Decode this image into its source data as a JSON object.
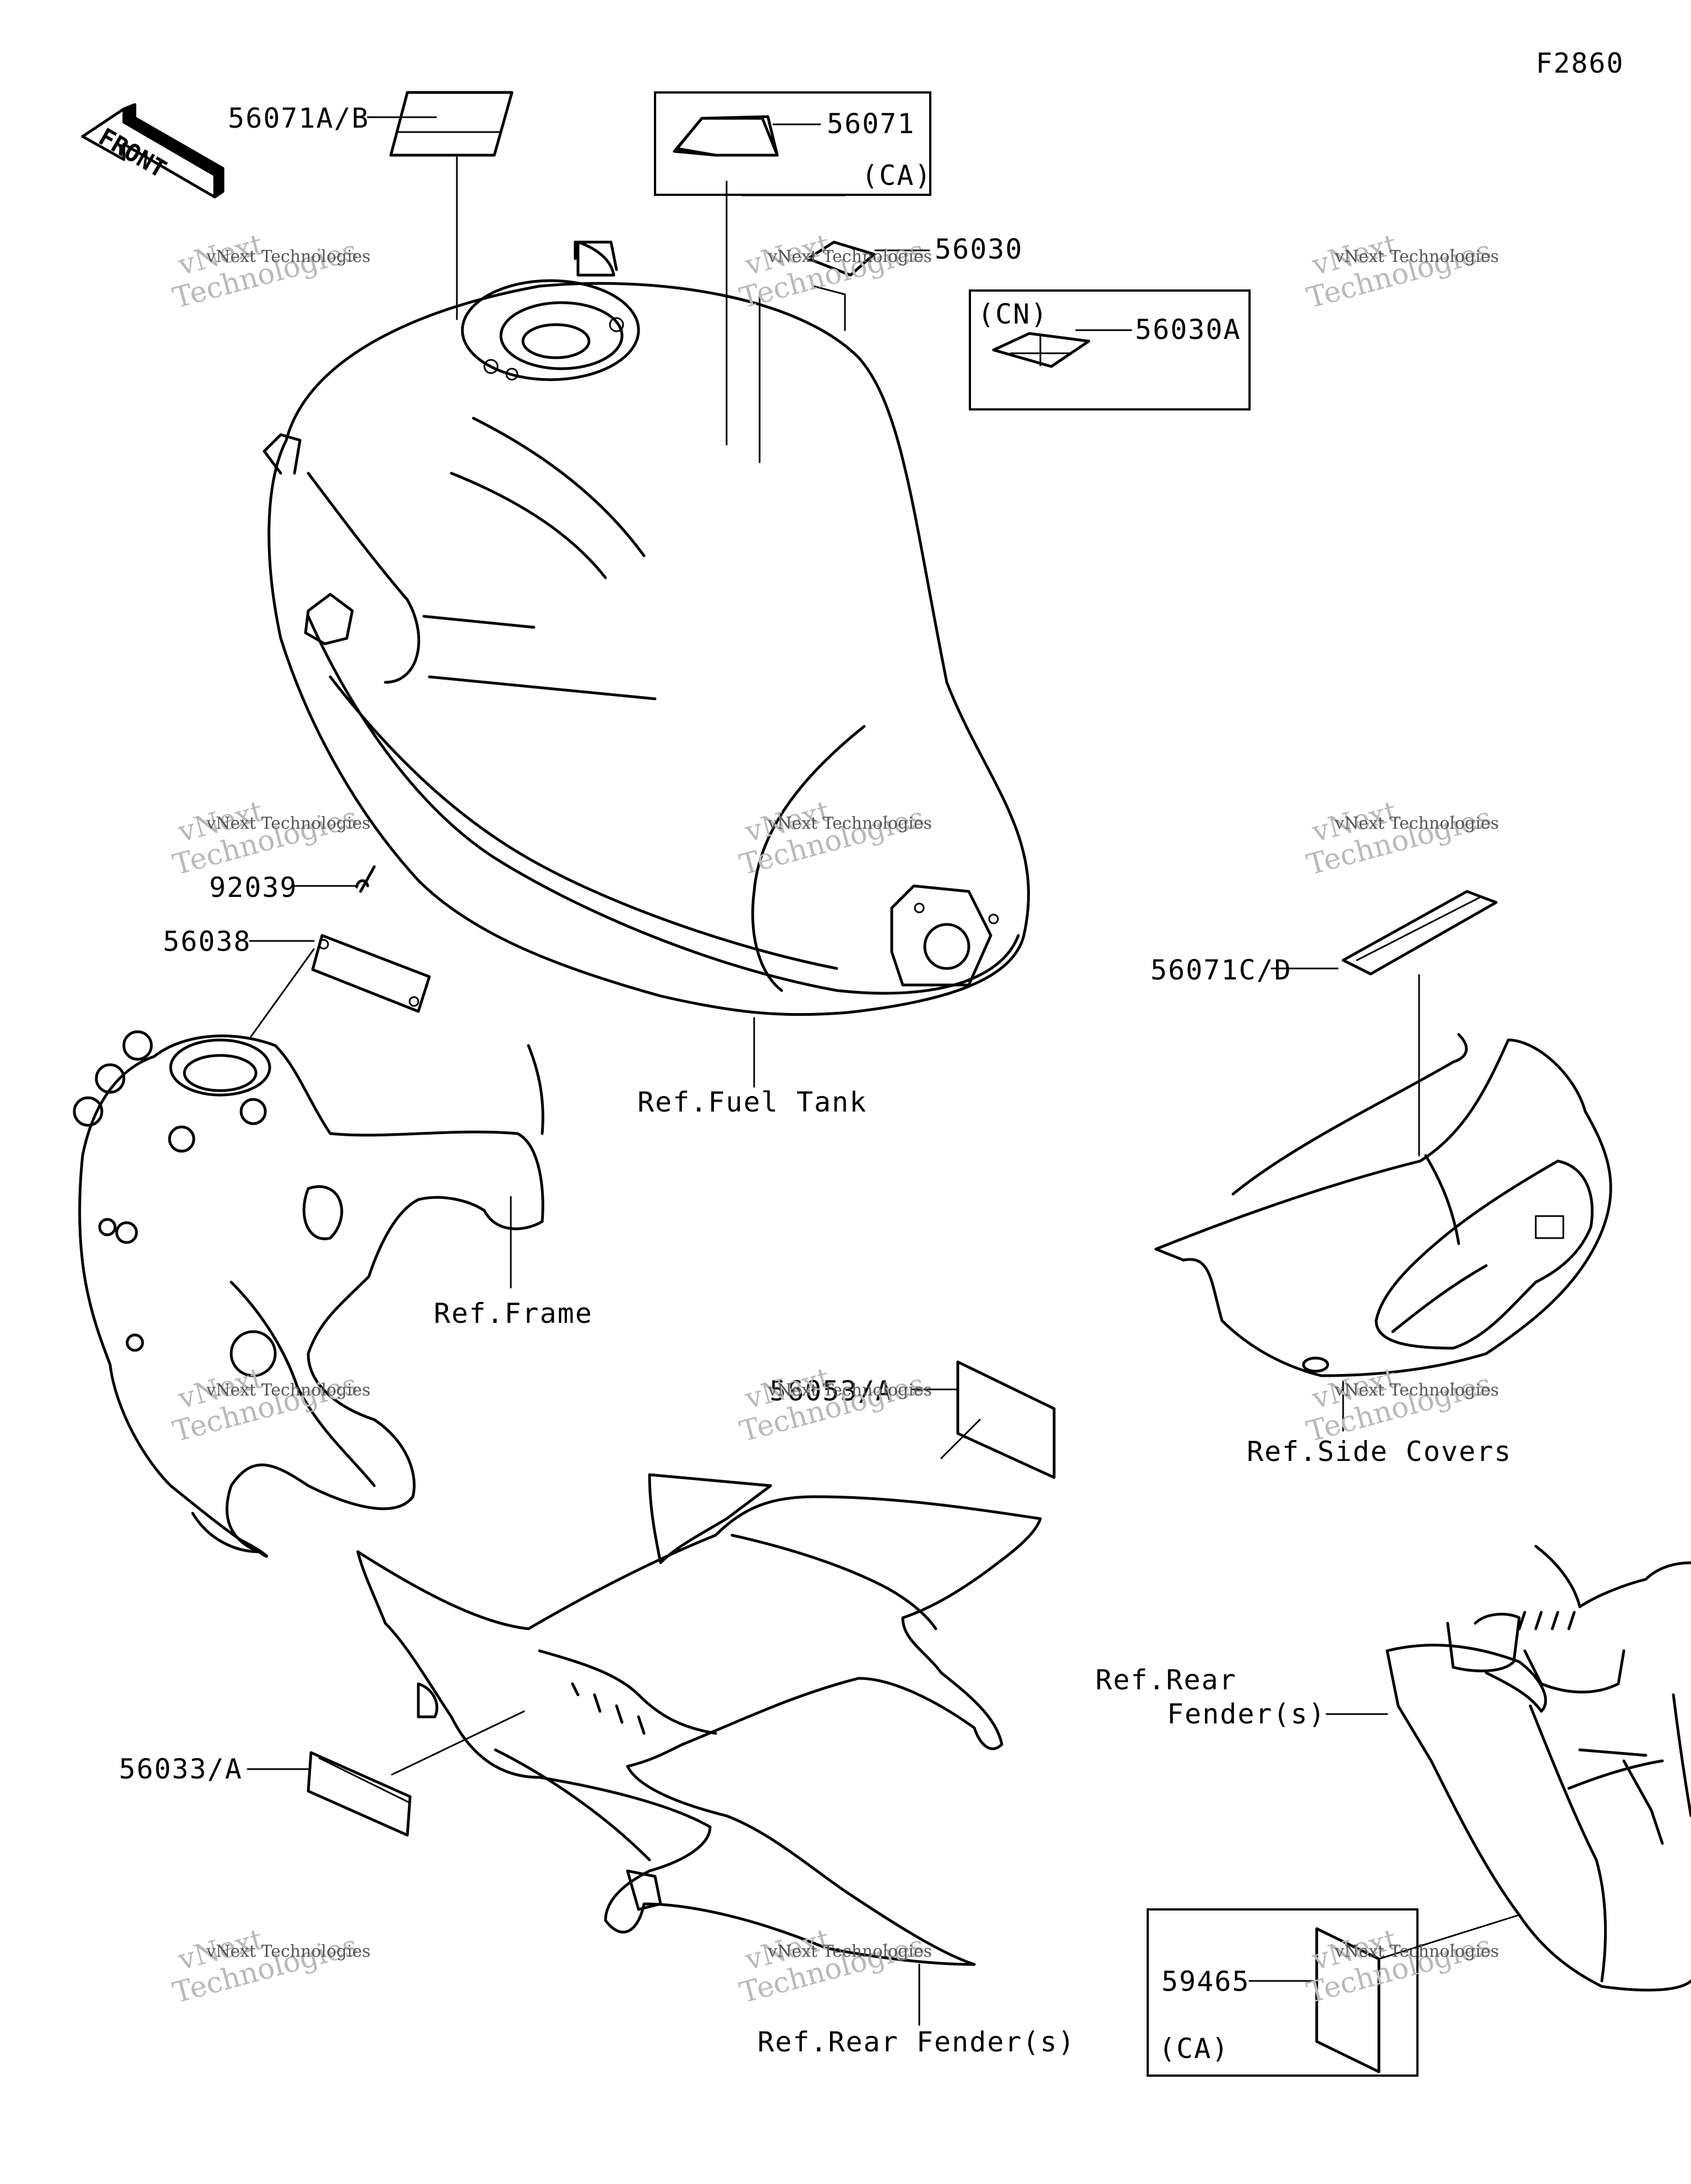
{
  "diagram_id": "F2860",
  "front_arrow": {
    "label": "FRONT"
  },
  "parts": {
    "p56071AB": "56071A/B",
    "p56071": "56071",
    "p56071_region": "(CA)",
    "p56030": "56030",
    "p56030A": "56030A",
    "p56030A_region": "(CN)",
    "p92039": "92039",
    "p56038": "56038",
    "p56071CD": "56071C/D",
    "p56053A": "56053/A",
    "p56033A": "56033/A",
    "p59465": "59465",
    "p59465_region": "(CA)"
  },
  "references": {
    "fuel_tank": "Ref.Fuel Tank",
    "frame": "Ref.Frame",
    "side_covers": "Ref.Side Covers",
    "rear_fender_line1": "Ref.Rear",
    "rear_fender_line2": "Fender(s)",
    "rear_fender_bottom": "Ref.Rear Fender(s)"
  },
  "watermark": {
    "line1": "vNext Technologies",
    "line2": "vNext",
    "line3": "Technologies"
  }
}
